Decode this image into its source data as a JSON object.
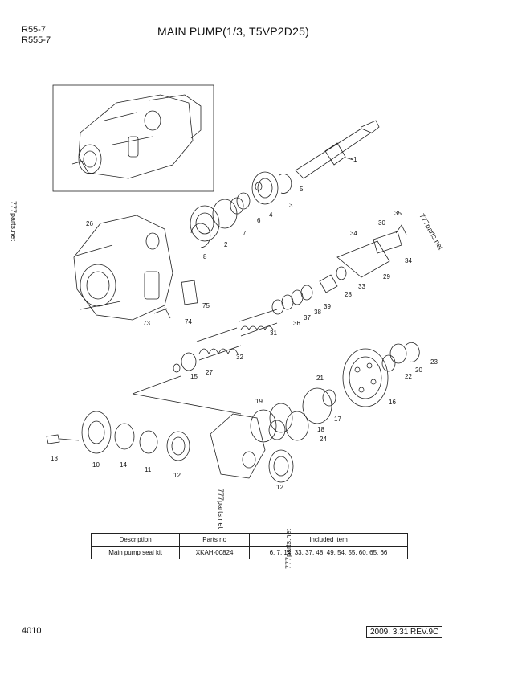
{
  "header": {
    "model_line_1": "R55-7",
    "model_line_2": "R555-7",
    "title": "MAIN PUMP(1/3, T5VP2D25)"
  },
  "watermarks": [
    "777parts.net",
    "777parts.net",
    "777parts.net",
    "777parts.net"
  ],
  "callouts": [
    "1",
    "2",
    "3",
    "4",
    "5",
    "6",
    "7",
    "8",
    "12",
    "12",
    "13",
    "10",
    "14",
    "11",
    "15",
    "16",
    "17",
    "18",
    "19",
    "20",
    "21",
    "22",
    "23",
    "24",
    "26",
    "27",
    "28",
    "29",
    "30",
    "31",
    "32",
    "33",
    "34",
    "34",
    "35",
    "36",
    "37",
    "38",
    "39",
    "73",
    "74",
    "75"
  ],
  "seal_kit_table": {
    "headers": [
      "Description",
      "Parts no",
      "Included item"
    ],
    "rows": [
      [
        "Main pump seal kit",
        "XKAH-00824",
        "6, 7, 14, 33, 37, 48, 49, 54, 55, 60, 65, 66"
      ]
    ]
  },
  "footer": {
    "page_number": "4010",
    "revision": "2009. 3.31  REV.9C"
  }
}
